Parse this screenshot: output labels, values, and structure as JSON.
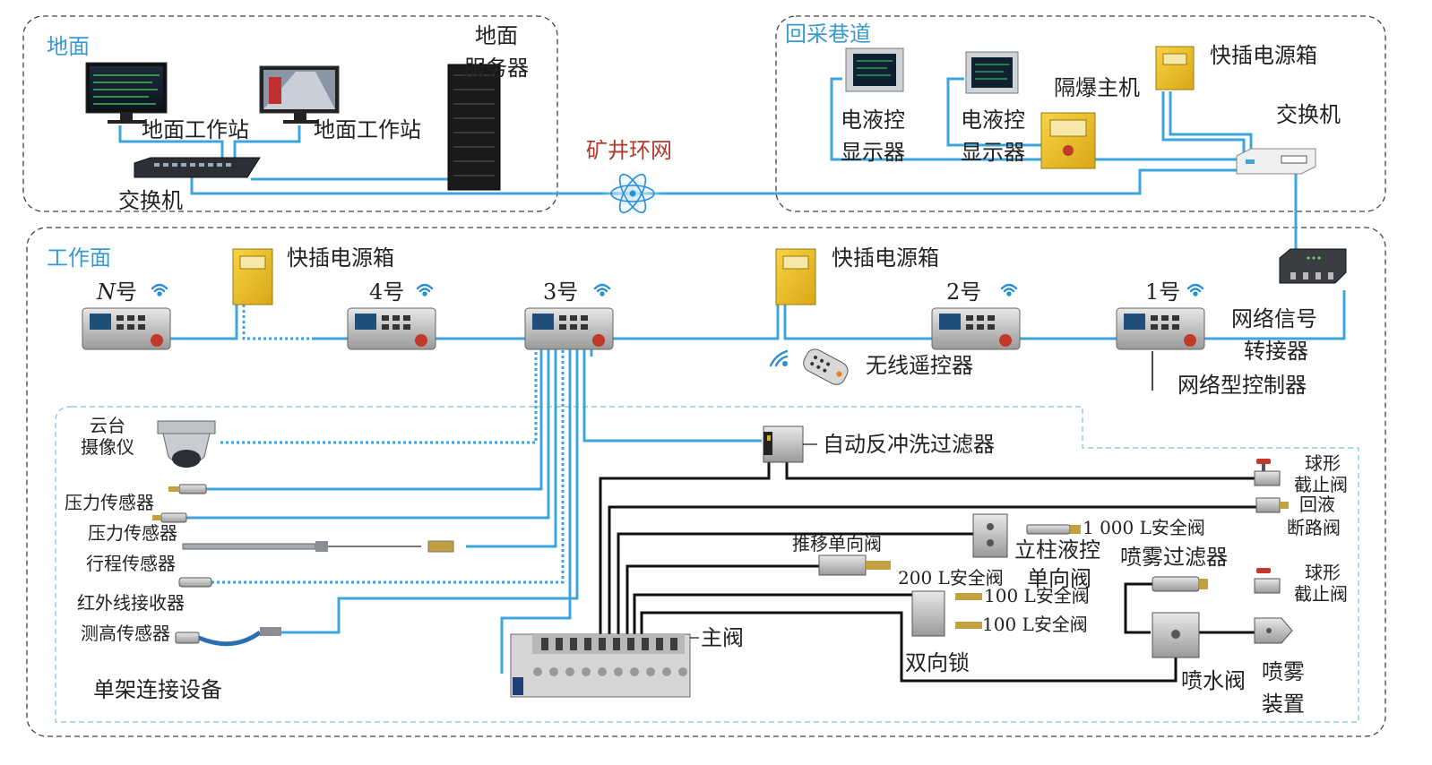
{
  "regions": {
    "surface": "地面",
    "roadway": "回采巷道",
    "workface": "工作面",
    "single_support": "单架连接设备"
  },
  "network": {
    "ring_label": "矿井环网",
    "colors": {
      "cable": "#3fa4d8",
      "hydraulic": "#111111",
      "region_border": "#444444",
      "ring": "#2a8fd0"
    }
  },
  "surface": {
    "workstation_1": "地面工作站",
    "workstation_2": "地面工作站",
    "server_line1": "地面",
    "server_line2": "服务器",
    "switch": "交换机"
  },
  "roadway": {
    "display_1_line1": "电液控",
    "display_1_line2": "显示器",
    "display_2_line1": "电液控",
    "display_2_line2": "显示器",
    "host": "隔爆主机",
    "power_box": "快插电源箱",
    "switch": "交换机"
  },
  "workface": {
    "power_box_1": "快插电源箱",
    "power_box_2": "快插电源箱",
    "controllers": {
      "n_italic": "N",
      "n_suffix": "号",
      "c4": "4号",
      "c3": "3号",
      "c2": "2号",
      "c1": "1号"
    },
    "remote": "无线遥控器",
    "adapter_line1": "网络信号",
    "adapter_line2": "转接器",
    "controller_type": "网络型控制器",
    "backflush_filter": "自动反冲洗过滤器"
  },
  "devices": {
    "camera_line1": "云台",
    "camera_line2": "摄像仪",
    "pressure_1": "压力传感器",
    "pressure_2": "压力传感器",
    "stroke": "行程传感器",
    "infrared": "红外线接收器",
    "height": "测高传感器"
  },
  "hydraulics": {
    "ball_valve_1_line1": "球形",
    "ball_valve_1_line2": "截止阀",
    "return_valve_line1": "回液",
    "return_valve_line2": "断路阀",
    "safety_1000": "1 000 L安全阀",
    "column_valve_line1": "立柱液控",
    "column_valve_line2": "单向阀",
    "push_valve": "推移单向阀",
    "safety_200": "200 L安全阀",
    "safety_100_a": "100 L安全阀",
    "safety_100_b": "100 L安全阀",
    "spray_filter": "喷雾过滤器",
    "ball_valve_2_line1": "球形",
    "ball_valve_2_line2": "截止阀",
    "main_valve": "主阀",
    "two_way_lock": "双向锁",
    "spray_valve": "喷水阀",
    "spray_device_line1": "喷雾",
    "spray_device_line2": "装置"
  }
}
